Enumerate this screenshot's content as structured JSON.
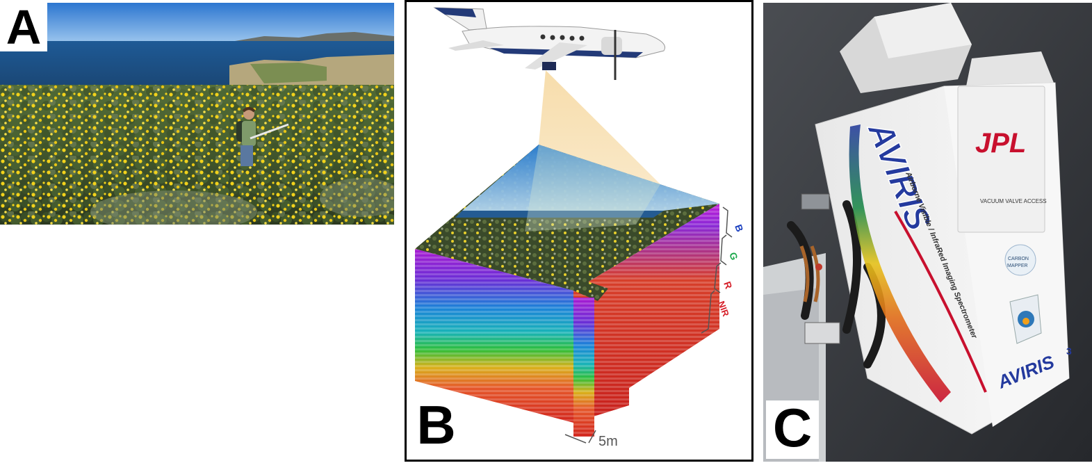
{
  "panels": {
    "a": {
      "letter": "A"
    },
    "b": {
      "letter": "B",
      "bands": {
        "b": "B",
        "g": "G",
        "r": "R",
        "nir": "NIR"
      },
      "scale": "5m"
    },
    "c": {
      "letter": "C",
      "jpl": "JPL",
      "vacuum": "VACUUM VALVE ACCESS",
      "instrument": "AVIRIS",
      "instrument3": "AVIRIS",
      "subscript": "3",
      "subtitle": "Airborne Visible / InfraRed Imaging Spectrometer",
      "carbon": "CARBON",
      "mapper": "MAPPER"
    }
  },
  "colors": {
    "band_b": "#1a3fbf",
    "band_g": "#1aa84a",
    "band_r": "#d6202a",
    "band_nir": "#d6202a",
    "jpl_red": "#c8102e",
    "sky": "#3d86d6",
    "ocean": "#1d4f82",
    "flowers": "#f2d21b"
  }
}
